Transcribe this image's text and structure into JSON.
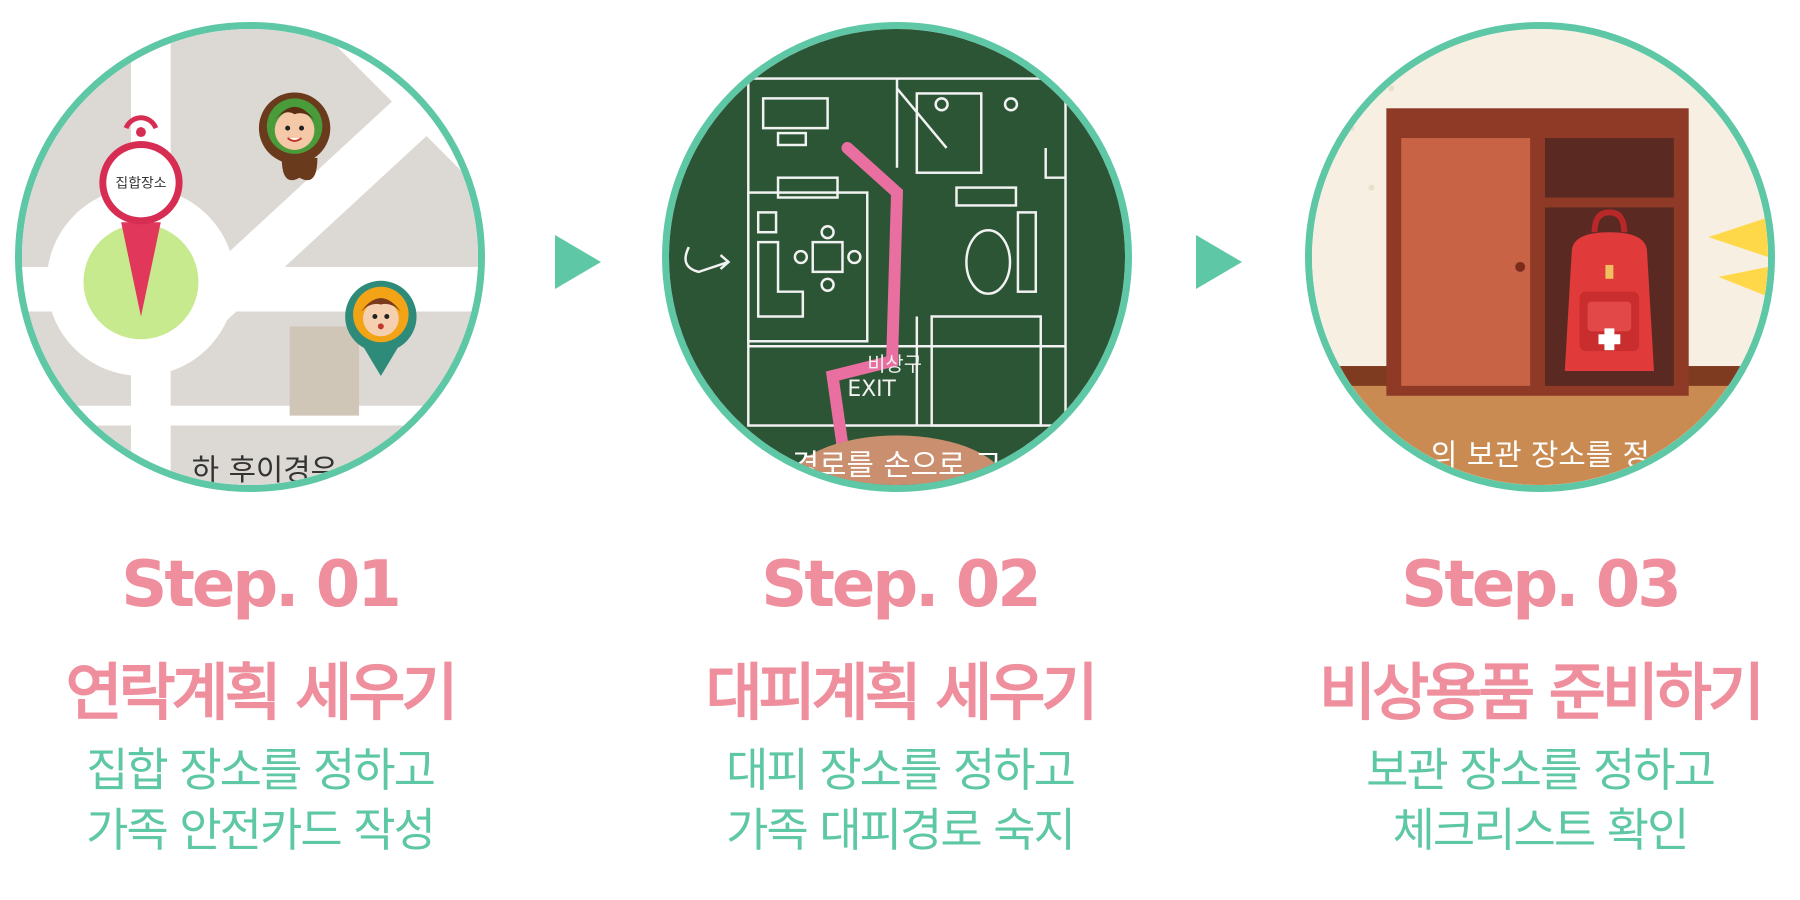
{
  "colors": {
    "accent_green": "#5ec7a6",
    "accent_pink": "#ef8f9d"
  },
  "steps": [
    {
      "number": "Step. 01",
      "title": "연락계획 세우기",
      "desc_line1": "집합 장소를 정하고",
      "desc_line2": "가족 안전카드 작성",
      "illustration": {
        "pin_label": "집합장소",
        "subtitle": "…하 후이경우"
      }
    },
    {
      "number": "Step. 02",
      "title": "대피계획 세우기",
      "desc_line1": "대피 장소를 정하고",
      "desc_line2": "가족 대피경로 숙지",
      "illustration": {
        "exit_label_ko": "비상구",
        "exit_label_en": "EXIT",
        "subtitle": "경로를 손으로 그"
      }
    },
    {
      "number": "Step. 03",
      "title": "비상용품 준비하기",
      "desc_line1": "보관 장소를 정하고",
      "desc_line2": "체크리스트 확인",
      "illustration": {
        "subtitle": "의 보관 장소를 정"
      }
    }
  ]
}
